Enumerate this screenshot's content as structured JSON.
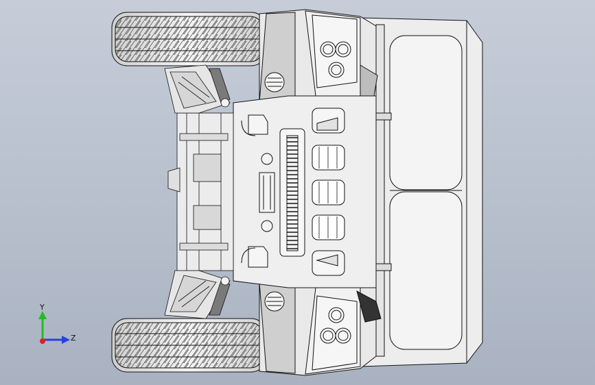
{
  "viewport": {
    "background_top": "#c6cdd9",
    "background_bottom": "#a9b2c1",
    "model": "vehicle-front-view-cad"
  },
  "triad": {
    "y_label": "Y",
    "z_label": "Z",
    "y_color": "#1fbf1f",
    "z_color": "#2a3fe0",
    "origin_color": "#e02020"
  },
  "colors": {
    "stroke": "#111111",
    "panel": "#ececec",
    "panel_shade": "#d4d4d4",
    "tire": "#e2e2e2"
  }
}
